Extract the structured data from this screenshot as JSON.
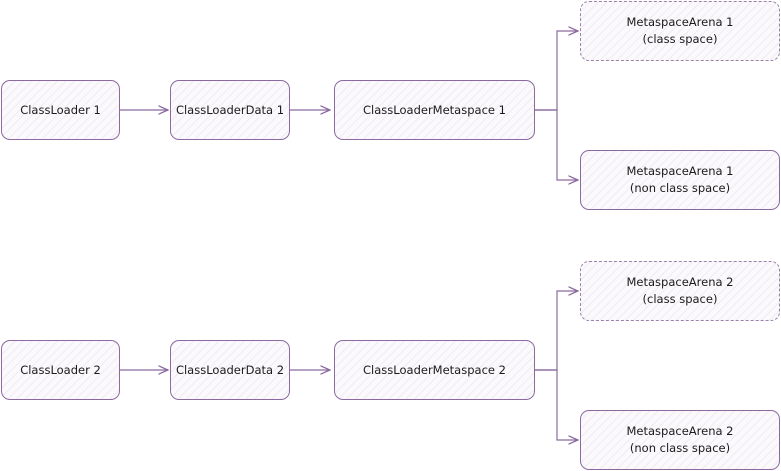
{
  "colors": {
    "stroke": "#8c6aa0",
    "fill_hatch": "#a078b9"
  },
  "groups": [
    {
      "loader": "ClassLoader 1",
      "loader_data": "ClassLoaderData 1",
      "metaspace": "ClassLoaderMetaspace 1",
      "arena_class": {
        "title": "MetaspaceArena 1",
        "subtitle": "(class space)"
      },
      "arena_nonclass": {
        "title": "MetaspaceArena 1",
        "subtitle": "(non class space)"
      }
    },
    {
      "loader": "ClassLoader 2",
      "loader_data": "ClassLoaderData 2",
      "metaspace": "ClassLoaderMetaspace 2",
      "arena_class": {
        "title": "MetaspaceArena 2",
        "subtitle": "(class space)"
      },
      "arena_nonclass": {
        "title": "MetaspaceArena 2",
        "subtitle": "(non class space)"
      }
    }
  ]
}
